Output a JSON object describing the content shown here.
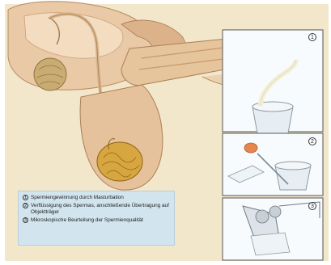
{
  "legend": [
    {
      "num": "1",
      "text": "Spermiengewinnung durch Masturbation"
    },
    {
      "num": "2",
      "text": "Verflüssigung des Spermas, anschließende Übertragung auf Objektträger"
    },
    {
      "num": "3",
      "text": "Mikroskopische Beurteilung der Spermienqualität"
    }
  ],
  "panels": [
    {
      "num": "1",
      "icon": "collection-cup-icon"
    },
    {
      "num": "2",
      "icon": "pipette-slide-icon"
    },
    {
      "num": "3",
      "icon": "microscope-icon"
    }
  ],
  "colors": {
    "background": "#f2e7cb",
    "tissue": "#e8c9a3",
    "tissue_dark": "#c79a6a",
    "testis": "#d8a640",
    "legend_bg": "#d2e5ef",
    "panel_bg": "#f8fbfd"
  }
}
